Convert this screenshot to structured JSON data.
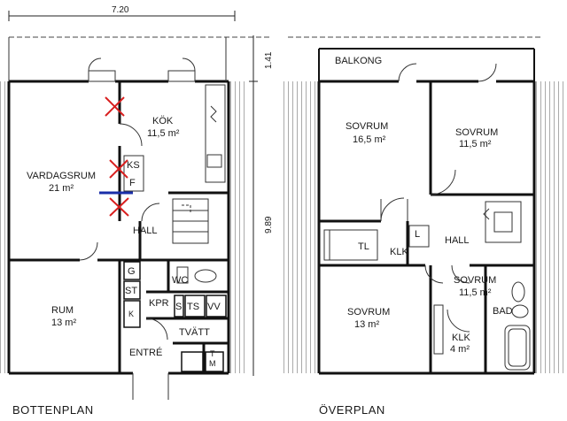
{
  "dimensions": {
    "top_width": "7.20",
    "top_depth": "1.41",
    "total_depth": "9.89"
  },
  "ground": {
    "caption": "BOTTENPLAN",
    "living": {
      "name": "VARDAGSRUM",
      "area": "21 m²"
    },
    "kitchen": {
      "name": "KÖK",
      "area": "11,5 m²"
    },
    "ks": "KS",
    "f": "F",
    "hall": "HALL",
    "room": {
      "name": "RUM",
      "area": "13 m²"
    },
    "g": "G",
    "st": "ST",
    "k": "K",
    "wc": "WC",
    "kpr": "KPR",
    "s": "S",
    "ts": "TS",
    "vv": "VV",
    "laundry": "TVÄTT",
    "entry": "ENTRÉ",
    "t": "T",
    "m": "M"
  },
  "upper": {
    "caption": "ÖVERPLAN",
    "balcony": "BALKONG",
    "bed1": {
      "name": "SOVRUM",
      "area": "16,5 m²"
    },
    "bed2": {
      "name": "SOVRUM",
      "area": "11,5 m²"
    },
    "bed3": {
      "name": "SOVRUM",
      "area": "11,5 m²"
    },
    "bed4": {
      "name": "SOVRUM",
      "area": "13 m²"
    },
    "tl": "TL",
    "l": "L",
    "klk1": "KLK",
    "hall": "HALL",
    "bath": "BAD",
    "klk2": {
      "name": "KLK",
      "area": "4 m²"
    }
  },
  "marker_colors": {
    "cross": "#d81e1e",
    "line": "#1a2ea8"
  }
}
